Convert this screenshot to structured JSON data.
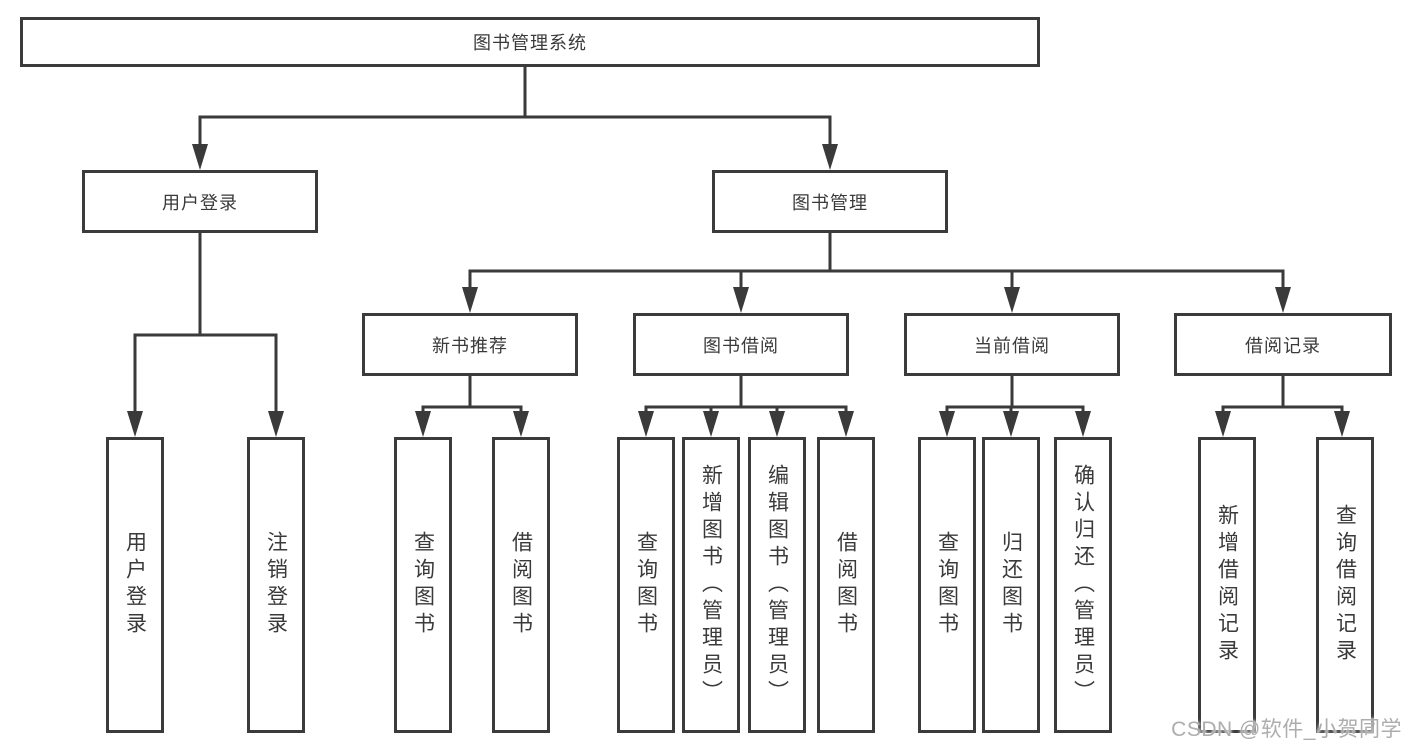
{
  "diagram": {
    "title": "图书管理系统",
    "root": {
      "label": "图书管理系统"
    },
    "branches": [
      {
        "label": "用户登录",
        "children": [
          {
            "label": "用户登录"
          },
          {
            "label": "注销登录"
          }
        ]
      },
      {
        "label": "图书管理",
        "children": [
          {
            "label": "新书推荐",
            "children": [
              {
                "label": "查询图书"
              },
              {
                "label": "借阅图书"
              }
            ]
          },
          {
            "label": "图书借阅",
            "children": [
              {
                "label": "查询图书"
              },
              {
                "label": "新增图书（管理员）"
              },
              {
                "label": "编辑图书（管理员）"
              },
              {
                "label": "借阅图书"
              }
            ]
          },
          {
            "label": "当前借阅",
            "children": [
              {
                "label": "查询图书"
              },
              {
                "label": "归还图书"
              },
              {
                "label": "确认归还（管理员）"
              }
            ]
          },
          {
            "label": "借阅记录",
            "children": [
              {
                "label": "新增借阅记录"
              },
              {
                "label": "查询借阅记录"
              }
            ]
          }
        ]
      }
    ]
  },
  "watermark": {
    "text": "CSDN @软件_小贺同学"
  },
  "colors": {
    "line": "#3a3a3a",
    "box_border": "#3b3b3b",
    "box_bg": "#ffffff",
    "text": "#3a3a3a",
    "watermark": "#adadad"
  }
}
